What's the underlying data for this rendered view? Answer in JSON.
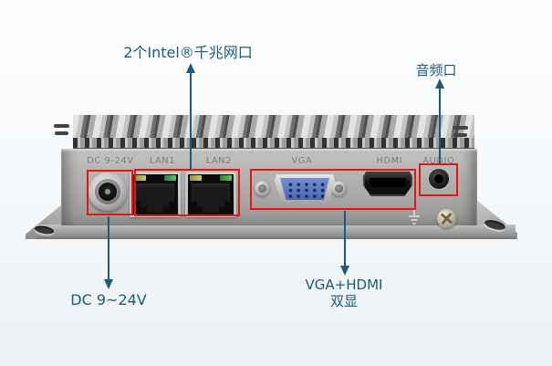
{
  "annotations": {
    "lan_label": "2个Intel®千兆网口",
    "audio_label": "音频口",
    "dc_label": "DC 9~24V",
    "display_label_line1": "VGA+HDMI",
    "display_label_line2": "双显"
  },
  "device": {
    "port_labels": {
      "dc": "DC 9-24V",
      "lan1": "LAN1",
      "lan2": "LAN2",
      "vga": "VGA",
      "hdmi": "HDMI",
      "audio": "AUDIO"
    }
  },
  "colors": {
    "annotation_text": "#1c5a7e",
    "arrow": "#1c5a7e",
    "highlight_box": "#e81414",
    "chassis_silver": "#acacaa",
    "vga_insert_blue": "#5577c2",
    "led_left": "#b0b552",
    "led_right": "#4caf50",
    "background_bottom": "#ecf1f6"
  }
}
